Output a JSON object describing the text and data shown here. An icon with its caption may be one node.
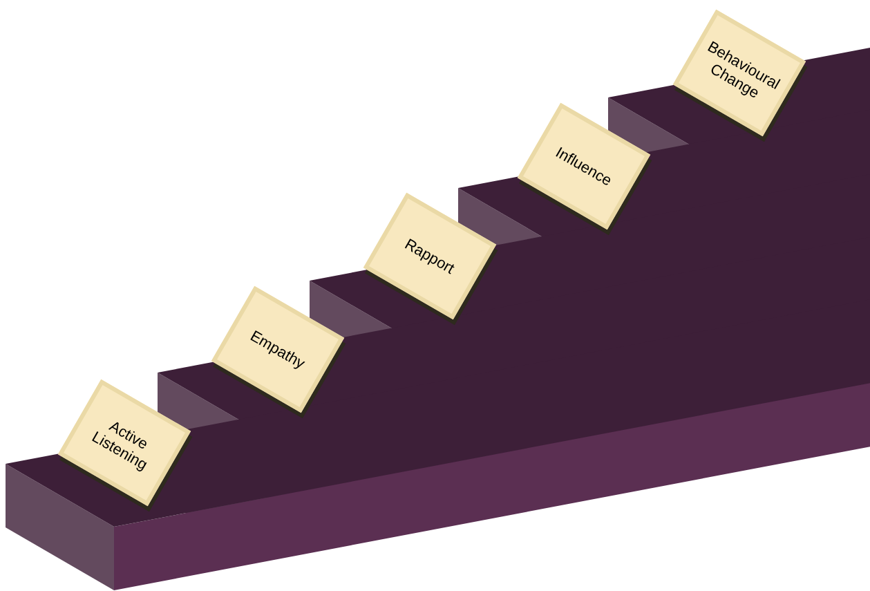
{
  "diagram": {
    "nodes": [
      {
        "text": [
          "Active Listening"
        ]
      },
      {
        "text": [
          "Empathy"
        ]
      },
      {
        "text": [
          "Rapport"
        ]
      },
      {
        "text": [
          "Influence"
        ]
      },
      {
        "text": [
          "Behavioural Change"
        ]
      }
    ]
  }
}
